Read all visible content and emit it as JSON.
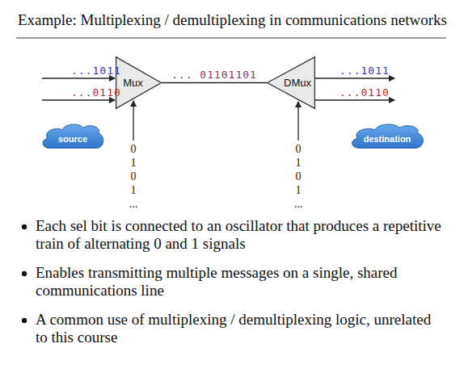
{
  "diagram": {
    "title": "Example: Multiplexing / demultiplexing in communications networks",
    "nodes": [
      {
        "text": [
          "Mux"
        ]
      },
      {
        "text": [
          "DMux"
        ]
      },
      {
        "text": [
          "source"
        ]
      },
      {
        "text": [
          "destination"
        ]
      }
    ],
    "edges": [
      {
        "from": 0,
        "to": 1,
        "arrow": "none",
        "label": "... 01101101"
      }
    ],
    "labels": [
      "...1011",
      "...0110",
      "...1011",
      "...0110",
      "0 1 0 1 ...",
      "0 1 0 1 ...",
      "Each sel bit is connected to an oscillator that produces a repetitive train of alternating 0 and 1 signals",
      "Enables transmitting multiple messages on a single, shared communications line",
      "A common use of multiplexing / demultiplexing logic, unrelated to this course"
    ]
  }
}
